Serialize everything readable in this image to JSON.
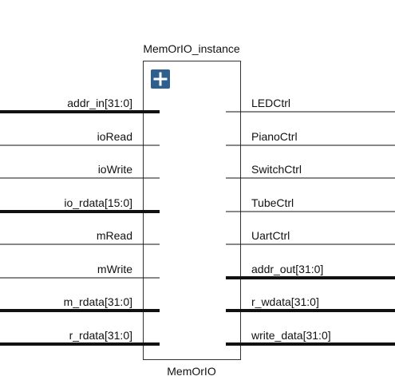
{
  "block": {
    "instance_name": "MemOrIO_instance",
    "module_name": "MemOrIO",
    "expand_icon": "plus-icon"
  },
  "inputs": [
    {
      "label": "addr_in[31:0]",
      "bus": true
    },
    {
      "label": "ioRead",
      "bus": false
    },
    {
      "label": "ioWrite",
      "bus": false
    },
    {
      "label": "io_rdata[15:0]",
      "bus": true
    },
    {
      "label": "mRead",
      "bus": false
    },
    {
      "label": "mWrite",
      "bus": false
    },
    {
      "label": "m_rdata[31:0]",
      "bus": true
    },
    {
      "label": "r_rdata[31:0]",
      "bus": true
    }
  ],
  "outputs": [
    {
      "label": "LEDCtrl",
      "bus": false
    },
    {
      "label": "PianoCtrl",
      "bus": false
    },
    {
      "label": "SwitchCtrl",
      "bus": false
    },
    {
      "label": "TubeCtrl",
      "bus": false
    },
    {
      "label": "UartCtrl",
      "bus": false
    },
    {
      "label": "addr_out[31:0]",
      "bus": true
    },
    {
      "label": "r_wdata[31:0]",
      "bus": true
    },
    {
      "label": "write_data[31:0]",
      "bus": true
    }
  ],
  "colors": {
    "wire": "#111111",
    "block_border": "#333333",
    "icon_bg": "#2f5f8f"
  }
}
